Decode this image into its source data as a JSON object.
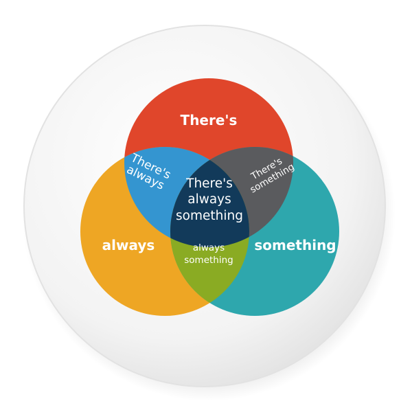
{
  "venn": {
    "top": "There's",
    "left": "always",
    "right": "something",
    "top_left": [
      "There's",
      "always"
    ],
    "top_right": [
      "There's",
      "something"
    ],
    "bottom": [
      "always",
      "something"
    ],
    "center": [
      "There's",
      "always",
      "something"
    ]
  },
  "colors": {
    "top": "#e0462b",
    "left": "#eea624",
    "right": "#2ea7ad",
    "top_left": "#3495d0",
    "top_right": "#5a5b5e",
    "bottom": "#8aab23",
    "center": "#123a5a",
    "button_face": "#f2f2f2"
  }
}
